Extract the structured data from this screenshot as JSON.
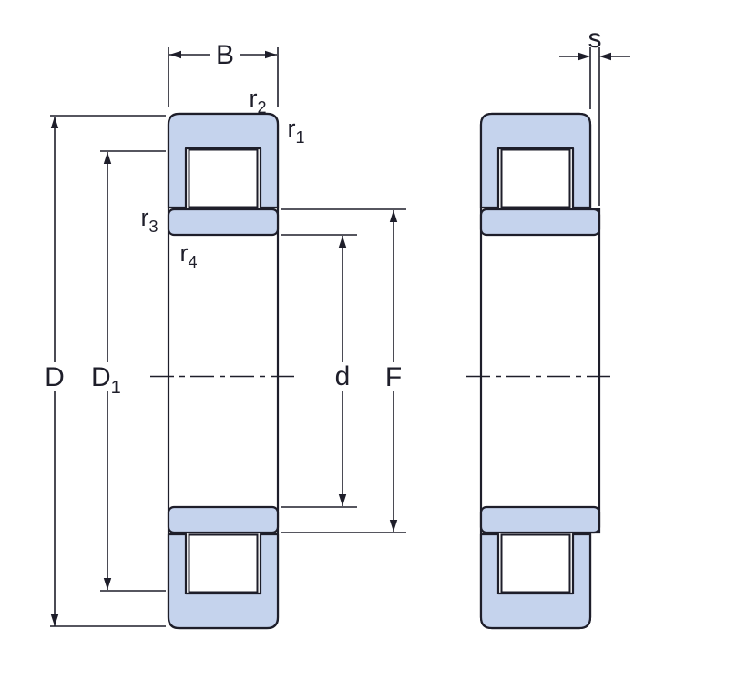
{
  "diagram": {
    "labels": {
      "B": {
        "main": "B"
      },
      "s": {
        "main": "s"
      },
      "r1": {
        "main": "r",
        "sub": "1"
      },
      "r2": {
        "main": "r",
        "sub": "2"
      },
      "r3": {
        "main": "r",
        "sub": "3"
      },
      "r4": {
        "main": "r",
        "sub": "4"
      },
      "D": {
        "main": "D"
      },
      "D1": {
        "main": "D",
        "sub": "1"
      },
      "d": {
        "main": "d"
      },
      "F": {
        "main": "F"
      }
    },
    "colors": {
      "ring_fill": "#c5d3ed",
      "line": "#1e1e2a",
      "background": "#ffffff"
    }
  }
}
